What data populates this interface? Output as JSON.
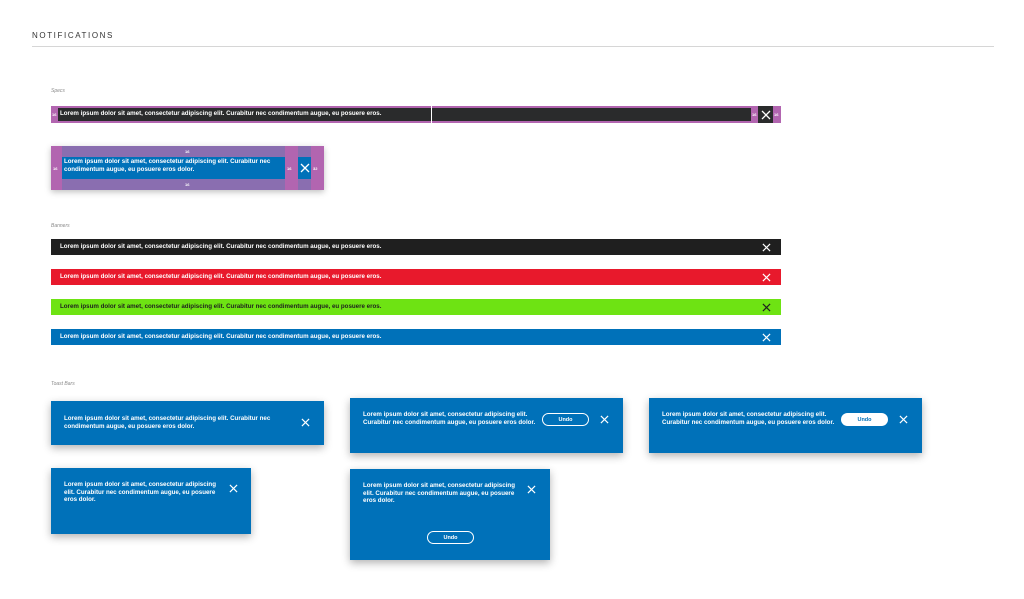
{
  "page": {
    "title": "NOTIFICATIONS"
  },
  "sections": {
    "specs": "Specs",
    "banners": "Banners",
    "toast_bars": "Toast Bars"
  },
  "message_short": "Lorem ipsum dolor sit amet, consectetur adipiscing elit. Curabitur nec condimentum augue, eu posuere eros.",
  "spec_values": {
    "pad_left": "16",
    "pad_right": "16",
    "gap": "16",
    "pad_top": "16",
    "pad_bottom": "16",
    "pad_right_2": "32"
  },
  "banners": [
    {
      "text": "Lorem ipsum dolor sit amet, consectetur adipiscing elit. Curabitur nec condimentum augue, eu posuere eros.",
      "bg": "#1f1f1f",
      "fg": "#ffffff",
      "status": "default"
    },
    {
      "text": "Lorem ipsum dolor sit amet, consectetur adipiscing elit. Curabitur nec condimentum augue, eu posuere eros.",
      "bg": "#e8192c",
      "fg": "#ffffff",
      "status": "error"
    },
    {
      "text": "Lorem ipsum dolor sit amet, consectetur adipiscing elit. Curabitur nec condimentum augue, eu posuere eros.",
      "bg": "#6ee313",
      "fg": "#1f1f1f",
      "status": "success"
    },
    {
      "text": "Lorem ipsum dolor sit amet, consectetur adipiscing elit. Curabitur nec condimentum augue, eu posuere eros.",
      "bg": "#0071b9",
      "fg": "#ffffff",
      "status": "info"
    }
  ],
  "toasts": {
    "t1": {
      "text": "Lorem ipsum dolor sit amet, consectetur adipiscing elit. Curabitur nec condimentum augue, eu posuere eros dolor."
    },
    "t2": {
      "text": "Lorem ipsum dolor sit amet, consectetur adipiscing elit. Curabitur nec condimentum augue, eu posuere eros dolor.",
      "action": "Undo"
    },
    "t3": {
      "text": "Lorem ipsum dolor sit amet, consectetur adipiscing elit. Curabitur nec condimentum augue, eu posuere eros dolor.",
      "action": "Undo"
    },
    "t4": {
      "text": "Lorem ipsum dolor sit amet, consectetur adipiscing elit. Curabitur nec condimentum augue, eu posuere eros dolor."
    },
    "t5": {
      "text": "Lorem ipsum dolor sit amet, consectetur adipiscing elit. Curabitur nec condimentum augue, eu posuere eros dolor.",
      "action": "Undo"
    }
  },
  "colors": {
    "brand_blue": "#0071b9",
    "spec_pink": "#b265b0",
    "spec_purple": "#8a6eb0",
    "dark": "#2a2b2c"
  },
  "icons": {
    "close": "close-icon"
  }
}
